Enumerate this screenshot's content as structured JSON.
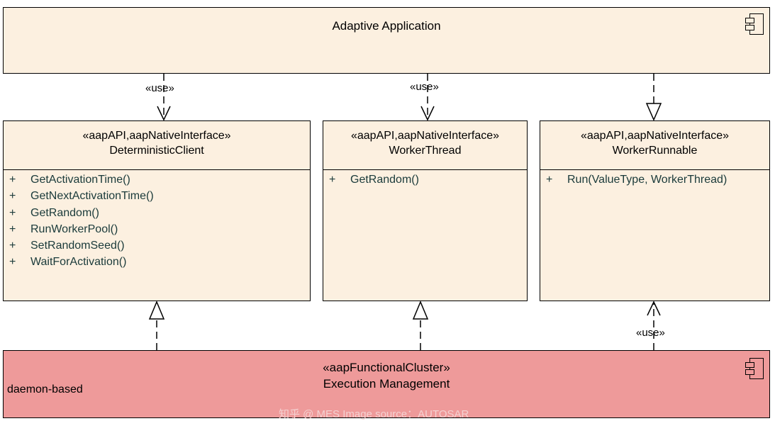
{
  "adaptive_application": {
    "name": "Adaptive Application"
  },
  "classes": {
    "deterministic_client": {
      "stereotype": "«aapAPI,aapNativeInterface»",
      "name": "DeterministicClient",
      "operations": [
        "GetActivationTime()",
        "GetNextActivationTime()",
        "GetRandom()",
        "RunWorkerPool()",
        "SetRandomSeed()",
        "WaitForActivation()"
      ]
    },
    "worker_thread": {
      "stereotype": "«aapAPI,aapNativeInterface»",
      "name": "WorkerThread",
      "operations": [
        "GetRandom()"
      ]
    },
    "worker_runnable": {
      "stereotype": "«aapAPI,aapNativeInterface»",
      "name": "WorkerRunnable",
      "operations": [
        "Run(ValueType, WorkerThread)"
      ]
    }
  },
  "visibility_symbol": "+",
  "execution_management": {
    "stereotype": "«aapFunctionalCluster»",
    "name": "Execution Management",
    "note": "daemon-based"
  },
  "relations": {
    "use_label": "«use»"
  },
  "watermark": "知乎 @ MES Image source：AUTOSAR",
  "colors": {
    "class_fill": "#fcf0e0",
    "cluster_fill": "#ee9a9a",
    "line": "#000000",
    "operation_text": "#1a3a3a"
  },
  "icons": [
    "component-icon"
  ]
}
